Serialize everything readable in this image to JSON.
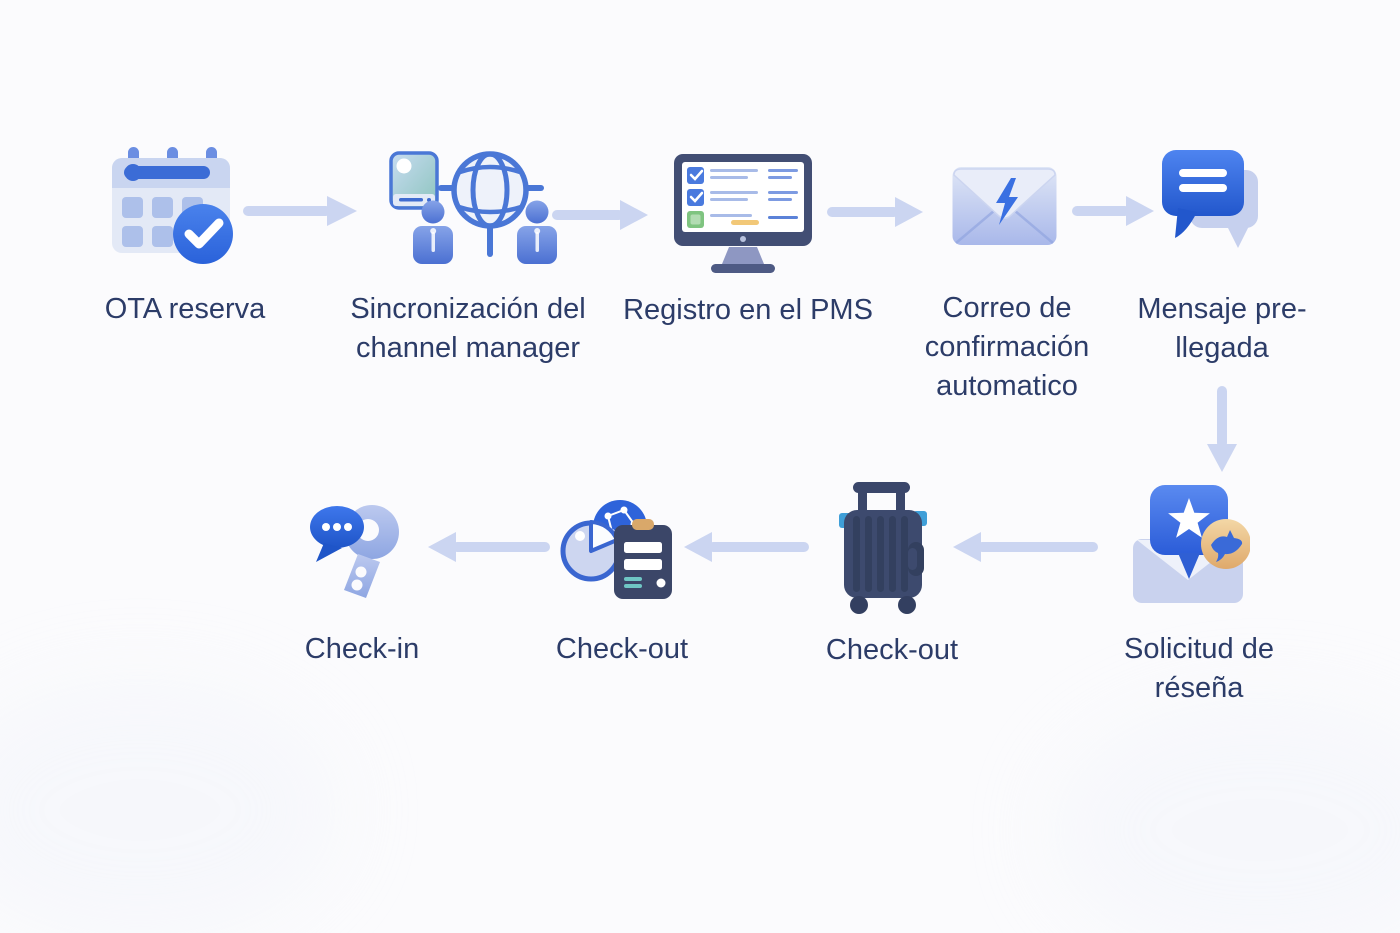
{
  "flow": {
    "top_row": [
      {
        "label": "OTA reserva",
        "icon": "calendar-check"
      },
      {
        "label": "Sincronización del channel manager",
        "icon": "channel-manager-globe"
      },
      {
        "label": "Registro en el PMS",
        "icon": "pms-monitor"
      },
      {
        "label": "Correo de confirmación automatico",
        "icon": "confirmation-email-bolt"
      },
      {
        "label": "Mensaje pre-llegada",
        "icon": "chat-bubbles"
      }
    ],
    "bottom_row": [
      {
        "label": "Check-in",
        "icon": "chat-key"
      },
      {
        "label": "Check-out",
        "icon": "report-clipboard-pie"
      },
      {
        "label": "Check-out",
        "icon": "suitcase"
      },
      {
        "label": "Solicitud de réseña",
        "icon": "review-request-star"
      }
    ],
    "colors": {
      "accent_blue": "#2f6be0",
      "bubble_blue": "#2a64dc",
      "arrow": "#cbd5f1",
      "label_text": "#2c3c68",
      "navy": "#3d4a6e",
      "tan_badge": "#e8bd85",
      "teal": "#8cc4bd",
      "green": "#7fc480",
      "yellow": "#f2c878",
      "background": "#fbfbfd"
    }
  }
}
